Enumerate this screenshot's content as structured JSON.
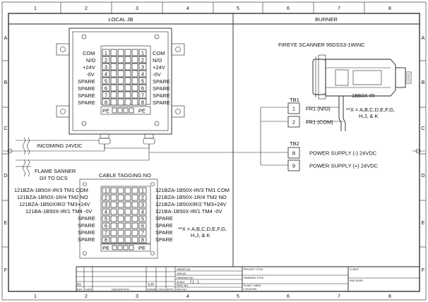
{
  "border": {
    "top_numbers": [
      "1",
      "2",
      "3",
      "4",
      "5",
      "6",
      "7",
      "8"
    ],
    "bottom_numbers": [
      "1",
      "2",
      "3",
      "4",
      "5",
      "6",
      "7",
      "8"
    ],
    "left_letters": [
      "A",
      "B",
      "C",
      "D",
      "E",
      "F"
    ],
    "right_letters": [
      "A",
      "B",
      "C",
      "D",
      "E",
      "F"
    ]
  },
  "headers": {
    "local_jb": "LOCAL JB",
    "burner": "BURNER"
  },
  "jb_terminals": {
    "rows": [
      {
        "num": "1",
        "left": "COM",
        "right": "COM"
      },
      {
        "num": "2",
        "left": "N/O",
        "right": "N/O"
      },
      {
        "num": "3",
        "left": "+24V",
        "right": "+24V"
      },
      {
        "num": "4",
        "left": "-0V",
        "right": "-0V"
      },
      {
        "num": "5",
        "left": "SPARE",
        "right": "SPARE"
      },
      {
        "num": "6",
        "left": "SPARE",
        "right": "SPARE"
      },
      {
        "num": "7",
        "left": "SPARE",
        "right": "SPARE"
      },
      {
        "num": "8",
        "left": "SPARE",
        "right": "SPARE"
      }
    ],
    "pe": "PE"
  },
  "incoming": {
    "label": "INCOMING 24VDC"
  },
  "flame": {
    "line1": "FLAME SANNER",
    "line2": "D/I TO DCS"
  },
  "cable_tagging": {
    "title": "CABLE TAGGING NO",
    "left": [
      "121BZA-1B50X-IR/3 TM1 COM",
      "121BZA-1B50X-1R/4 TM2 NO",
      "121BZA-1B50XIR/2 TM3+24V",
      "121BA-1B50X-IR/1 TM4 -0V",
      "SPARE",
      "SPARE",
      "SPARE",
      "SPARE"
    ],
    "right": [
      "121BZA-1B50X-IR/3 TM1 COM",
      "121BZA-1B50X-1R/4 TM2 NO",
      "121BZA-1B50XIR/2 TM3+24V",
      "121BA-1B50X-IR/1 TM4 -0V",
      "SPARE",
      "SPARE",
      "SPARE",
      "SPARE"
    ],
    "nums": [
      "1",
      "2",
      "3",
      "4",
      "5",
      "6",
      "7",
      "8"
    ],
    "pe": "PE",
    "note1": "**X = A,B,C,D,E,F,G,",
    "note2": "H,J, & K"
  },
  "scanner": {
    "title": "FIREYE SCANNER 95DSS3-1WINC",
    "model": "1B50X-IR",
    "note1": "**X = A,B,C,D,E,F,G,",
    "note2": "H,J, & K"
  },
  "tb1": {
    "name": "TB1",
    "rows": [
      {
        "num": "1",
        "label": "FR1 (N/O)"
      },
      {
        "num": "2",
        "label": "FR1 (COM)"
      }
    ]
  },
  "tb2": {
    "name": "TB2",
    "rows": [
      {
        "num": "8",
        "label": "POWER SUPPLY (-) 24VDC"
      },
      {
        "num": "9",
        "label": "POWER SUPPLY (+) 24VDC"
      }
    ]
  },
  "title_block": {
    "order_no": "ORDER NO.",
    "job_no": "JOB NO.",
    "drawing_no": "DRAWING NO.",
    "scale": "SCALE",
    "scale_value": "1 : 1",
    "page_no": "PAGE NO.",
    "rev_no": "REV NO",
    "project_title": "PROJECT TITLE:",
    "drawing_title": "DRAWING TITLE:",
    "plant_area": "PLANT / AREA",
    "location": "LOCATION",
    "client": "CLIENT:",
    "end_user": "END USER:",
    "rev_num": "01",
    "rev_cols": [
      "REV",
      "DATE",
      "DESCRIPTION",
      "DRAWN",
      "CHKD",
      "APPD"
    ],
    "initials": "VJY"
  },
  "colors": {
    "line": "#222222",
    "background": "#ffffff"
  }
}
